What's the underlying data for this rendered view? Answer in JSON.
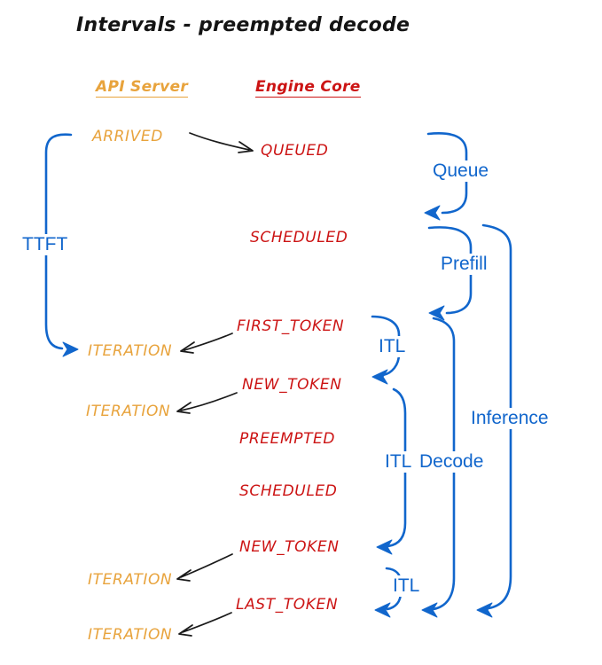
{
  "title": "Intervals - preempted decode",
  "columns": {
    "api_server": "API Server",
    "engine_core": "Engine Core"
  },
  "api_events": [
    "ARRIVED",
    "ITERATION",
    "ITERATION",
    "ITERATION",
    "ITERATION"
  ],
  "engine_events": [
    "QUEUED",
    "SCHEDULED",
    "FIRST_TOKEN",
    "NEW_TOKEN",
    "PREEMPTED",
    "SCHEDULED",
    "NEW_TOKEN",
    "LAST_TOKEN"
  ],
  "intervals": {
    "ttft": "TTFT",
    "queue": "Queue",
    "prefill": "Prefill",
    "itl_first": "ITL",
    "itl_preempt": "ITL",
    "itl_last": "ITL",
    "decode": "Decode",
    "inference": "Inference"
  },
  "colors": {
    "api_server": "#E8A33C",
    "engine_core": "#CC1414",
    "interval": "#1166CC",
    "arrow": "#1A1A1A"
  }
}
